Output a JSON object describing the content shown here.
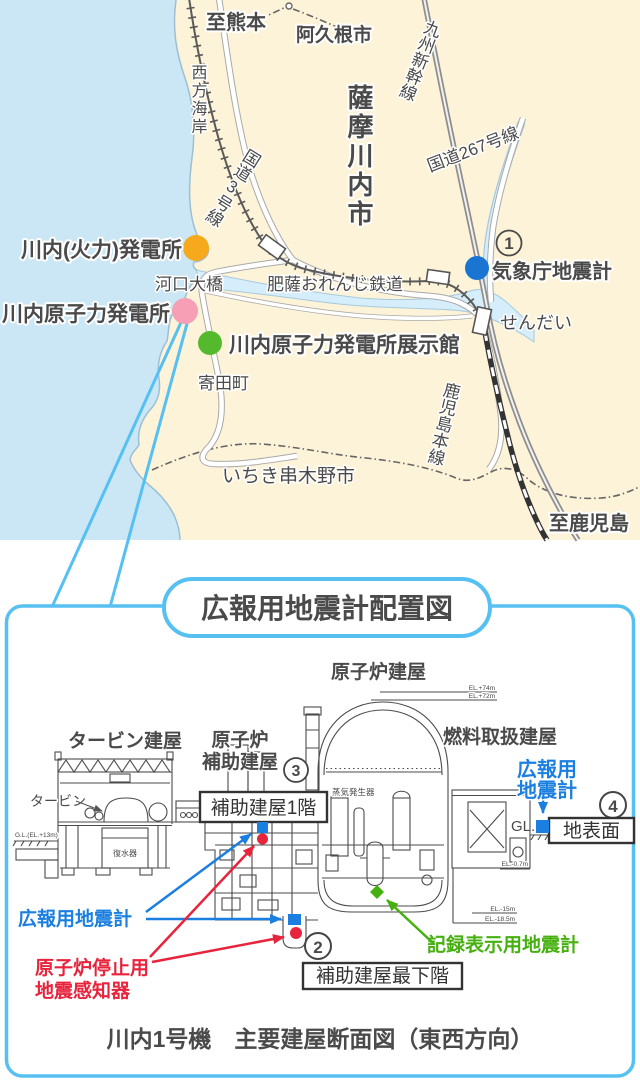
{
  "map": {
    "labels": {
      "to_kumamoto": "至熊本",
      "akune_city": "阿久根市",
      "nishikata_coast": "西方海岸",
      "satsumasendai_city": "薩摩川内市",
      "kyushu_shinkansen": "九州新幹線",
      "route3": "国道3号線",
      "route267": "国道267号線",
      "sendai_thermal_plant": "川内(火力)発電所",
      "kako_bridge": "河口大橋",
      "hisatsu_orange_railway": "肥薩おれんじ鉄道",
      "jma_no": "1",
      "jma_seismometer": "気象庁地震計",
      "sendai_station": "せんだい",
      "sendai_npp": "川内原子力発電所",
      "exhibition_hall": "川内原子力発電所展示館",
      "yorita_town": "寄田町",
      "kagoshima_main_line": "鹿児島本線",
      "ichikikushikino_city": "いちき串木野市",
      "to_kagoshima": "至鹿児島"
    },
    "colors": {
      "sea": "#cbe7f6",
      "land": "#fdf3d8",
      "thermal_dot": "#f6a91c",
      "npp_dot": "#f79fb4",
      "exhibition_dot": "#54b92d",
      "jma_dot": "#1a75d2"
    }
  },
  "diagram": {
    "title": "広報用地震計配置図",
    "caption": "川内1号機　主要建屋断面図（東西方向）",
    "labels": {
      "turbine_building": "タービン建屋",
      "turbine": "タービン",
      "reactor_aux_l1": "原子炉",
      "reactor_aux_l2": "補助建屋",
      "no2": "2",
      "no3": "3",
      "no4": "4",
      "aux_1f_box": "補助建屋1階",
      "reactor_building": "原子炉建屋",
      "fuel_handling_building": "燃料取扱建屋",
      "pr_seismo_r1": "広報用",
      "pr_seismo_r2": "地震計",
      "gl_right": "GL.",
      "ground_surface_box": "地表面",
      "pr_seismometer": "広報用地震計",
      "shutdown_sensor_l1": "原子炉停止用",
      "shutdown_sensor_l2": "地震感知器",
      "aux_lowest_box": "補助建屋最下階",
      "record_seismometer": "記録表示用地震計",
      "steam_generator": "蒸気発生器",
      "condenser": "復水器",
      "gl_left": "G.L.(EL.+13m)",
      "el74": "EL.+74m",
      "el72": "EL.+72m",
      "el07": "EL.-0.7m",
      "el15": "EL.-15m",
      "el185": "EL.-18.5m"
    },
    "colors": {
      "accent_border": "#4fc1f4",
      "marker_blue": "#1a7fe0",
      "marker_red": "#e8233c",
      "marker_green": "#46b010"
    }
  }
}
